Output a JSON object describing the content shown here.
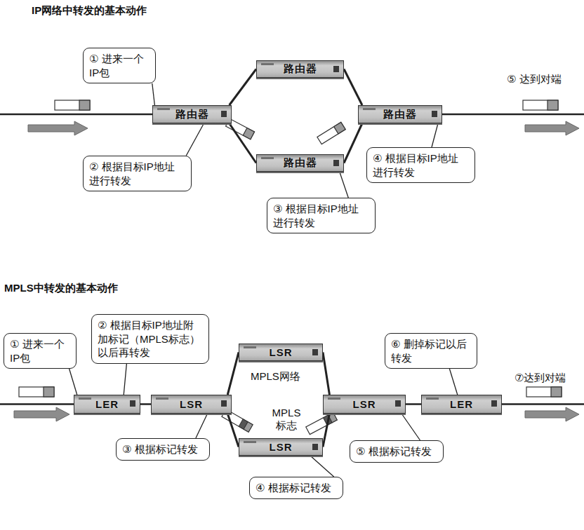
{
  "diagram": {
    "title": "IP网络中转发的基本动作",
    "nodes": [
      {
        "text": [
          "① 进来一个 IP包"
        ]
      },
      {
        "text": [
          "路由器"
        ]
      },
      {
        "text": [
          "路由器"
        ]
      },
      {
        "text": [
          "路由器"
        ]
      },
      {
        "text": [
          "路由器"
        ]
      },
      {
        "text": [
          "② 根据目标IP地址 进行转发"
        ]
      },
      {
        "text": [
          "④ 根据目标IP地址 进行转发"
        ]
      },
      {
        "text": [
          "③ 根据目标IP地址 进行转发"
        ]
      },
      {
        "text": [
          "① 进来一个 IP包"
        ]
      },
      {
        "text": [
          "② 根据目标IP地址附 加标记（MPLS标志） 以后再转发"
        ]
      },
      {
        "text": [
          "LER"
        ]
      },
      {
        "text": [
          "LSR"
        ]
      },
      {
        "text": [
          "LSR"
        ]
      },
      {
        "text": [
          "LSR"
        ]
      },
      {
        "text": [
          "LSR"
        ]
      },
      {
        "text": [
          "LER"
        ]
      },
      {
        "text": [
          "⑥ 删掉标记以后 转发"
        ]
      },
      {
        "text": [
          "③ 根据标记转发"
        ]
      },
      {
        "text": [
          "⑤ 根据标记转发"
        ]
      },
      {
        "text": [
          "④ 根据标记转发"
        ]
      }
    ],
    "edges": [
      {
        "from": 0,
        "to": 1,
        "arrow": "none"
      },
      {
        "from": 1,
        "to": 2,
        "arrow": "none"
      },
      {
        "from": 1,
        "to": 3,
        "arrow": "none"
      },
      {
        "from": 2,
        "to": 4,
        "arrow": "none"
      },
      {
        "from": 3,
        "to": 4,
        "arrow": "none"
      },
      {
        "from": 5,
        "to": 1,
        "arrow": "none"
      },
      {
        "from": 7,
        "to": 3,
        "arrow": "none"
      },
      {
        "from": 6,
        "to": 4,
        "arrow": "none"
      },
      {
        "from": 8,
        "to": 10,
        "arrow": "none"
      },
      {
        "from": 9,
        "to": 10,
        "arrow": "none"
      },
      {
        "from": 10,
        "to": 11,
        "arrow": "none"
      },
      {
        "from": 11,
        "to": 12,
        "arrow": "none"
      },
      {
        "from": 11,
        "to": 13,
        "arrow": "none"
      },
      {
        "from": 12,
        "to": 14,
        "arrow": "none"
      },
      {
        "from": 13,
        "to": 14,
        "arrow": "none"
      },
      {
        "from": 14,
        "to": 15,
        "arrow": "none"
      },
      {
        "from": 16,
        "to": 15,
        "arrow": "none"
      },
      {
        "from": 17,
        "to": 11,
        "arrow": "none"
      },
      {
        "from": 19,
        "to": 13,
        "arrow": "none"
      },
      {
        "from": 18,
        "to": 14,
        "arrow": "none"
      }
    ],
    "labels": [
      "⑤ 达到对端",
      "MPLS中转发的基本动作",
      "MPLS网络",
      "MPLS 标志",
      "⑦达到对端"
    ]
  }
}
